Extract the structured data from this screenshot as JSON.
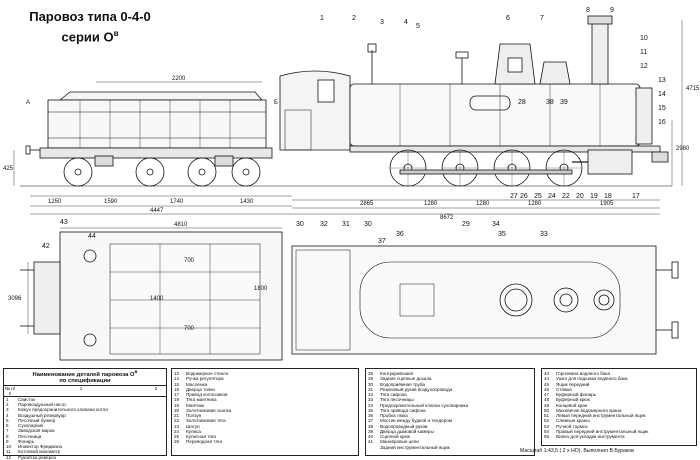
{
  "title": {
    "line1": "Паровоз типа 0-4-0",
    "line2": "серии О",
    "superscript": "в"
  },
  "side_view": {
    "section_labels": [
      "А",
      "Б"
    ],
    "dimensions": [
      "2200",
      "1250",
      "1590",
      "1740",
      "1430",
      "4447",
      "2865",
      "1280",
      "1280",
      "1280",
      "1905",
      "8672",
      "4715",
      "2980",
      "425"
    ],
    "callouts_top": [
      "1",
      "2",
      "3",
      "4",
      "5",
      "6",
      "7",
      "8",
      "9",
      "10",
      "11",
      "12",
      "13",
      "14",
      "15",
      "16",
      "28",
      "38",
      "39"
    ],
    "callouts_bottom": [
      "30",
      "32",
      "31",
      "30",
      "29",
      "34",
      "27",
      "26",
      "25",
      "24",
      "22",
      "20",
      "19",
      "18",
      "17"
    ]
  },
  "plan_view": {
    "callouts": [
      "43",
      "42",
      "44",
      "36",
      "37",
      "35",
      "33"
    ],
    "dimensions": [
      "4810",
      "1800",
      "700",
      "700",
      "3096",
      "1400"
    ]
  },
  "parts_table": {
    "title_line1": "Наименование деталей паровоза О",
    "title_sup": "в",
    "title_line2": "по спецификации",
    "header_num": "№ п/п",
    "col_numbers": [
      "1",
      "2"
    ],
    "columns": [
      [
        {
          "n": "1",
          "t": "Свисток"
        },
        {
          "n": "2",
          "t": "Паровоздушный насос"
        },
        {
          "n": "3",
          "t": "Кожух предохранительного клапана котла"
        },
        {
          "n": "4",
          "t": "Воздушный резервуар"
        },
        {
          "n": "5",
          "t": "Песочный бункер"
        },
        {
          "n": "6",
          "t": "Сухопарник"
        },
        {
          "n": "7",
          "t": "Заводская марка"
        },
        {
          "n": "8",
          "t": "Песочница"
        },
        {
          "n": "9",
          "t": "Фонарь"
        },
        {
          "n": "10",
          "t": "Инжектор Фридмана"
        },
        {
          "n": "11",
          "t": "Котловой манометр"
        },
        {
          "n": "12",
          "t": "Рукоятка реверса"
        }
      ],
      [
        {
          "n": "13",
          "t": "Водомерное стекло"
        },
        {
          "n": "14",
          "t": "Ручка регулятора"
        },
        {
          "n": "15",
          "t": "Масленка"
        },
        {
          "n": "16",
          "t": "Дверца топки"
        },
        {
          "n": "17",
          "t": "Привод колосников"
        },
        {
          "n": "18",
          "t": "Тяга маятника"
        },
        {
          "n": "19",
          "t": "Маятник"
        },
        {
          "n": "20",
          "t": "Золотниковая скалка"
        },
        {
          "n": "21",
          "t": "Ползун"
        },
        {
          "n": "22",
          "t": "Золотниковая тяга"
        },
        {
          "n": "23",
          "t": "Шатун"
        },
        {
          "n": "24",
          "t": "Кулиса"
        },
        {
          "n": "25",
          "t": "Кулисная тяга"
        },
        {
          "n": "26",
          "t": "Переводная тяга"
        }
      ],
      [
        {
          "n": "28",
          "t": "Контркривошип"
        },
        {
          "n": "29",
          "t": "Задние сцепные дышла"
        },
        {
          "n": "30",
          "t": "Водоприёмная труба"
        },
        {
          "n": "31",
          "t": "Резиновый рукав воздухопровода"
        },
        {
          "n": "32",
          "t": "Тяга сифона"
        },
        {
          "n": "33",
          "t": "Тяга песочницы"
        },
        {
          "n": "34",
          "t": "Предохранительный клапан сухопарника"
        },
        {
          "n": "35",
          "t": "Тяга привода сифона"
        },
        {
          "n": "36",
          "t": "Пробка люка"
        },
        {
          "n": "37",
          "t": "Мостик между будкой и тендером"
        },
        {
          "n": "38",
          "t": "Водопроводный рукав"
        },
        {
          "n": "39",
          "t": "Дверца дымовой камеры"
        },
        {
          "n": "40",
          "t": "Сцепной крюк"
        },
        {
          "n": "41",
          "t": "Маневровые цепи"
        },
        {
          "n": "",
          "t": "Задний инструментальный ящик"
        }
      ],
      [
        {
          "n": "43",
          "t": "Горловина водяного бака"
        },
        {
          "n": "44",
          "t": "Ушко для подъема водяного бака"
        },
        {
          "n": "45",
          "t": "Ящик передний"
        },
        {
          "n": "46",
          "t": "Стяжка"
        },
        {
          "n": "47",
          "t": "Буферный фонарь"
        },
        {
          "n": "48",
          "t": "Буферный крюк"
        },
        {
          "n": "49",
          "t": "Концевой кран"
        },
        {
          "n": "50",
          "t": "Маховичок водомерного крана"
        },
        {
          "n": "51",
          "t": "Левый передний инструментальный ящик"
        },
        {
          "n": "52",
          "t": "Сливные краны"
        },
        {
          "n": "53",
          "t": "Ручной тормоз"
        },
        {
          "n": "54",
          "t": "Правый передний инструментальный ящик"
        },
        {
          "n": "55",
          "t": "Вилка для укладки инструмента"
        }
      ]
    ]
  },
  "footer": "Масштаб 1:43,5 ( 2 х НО). Выполнил В.Бураков"
}
